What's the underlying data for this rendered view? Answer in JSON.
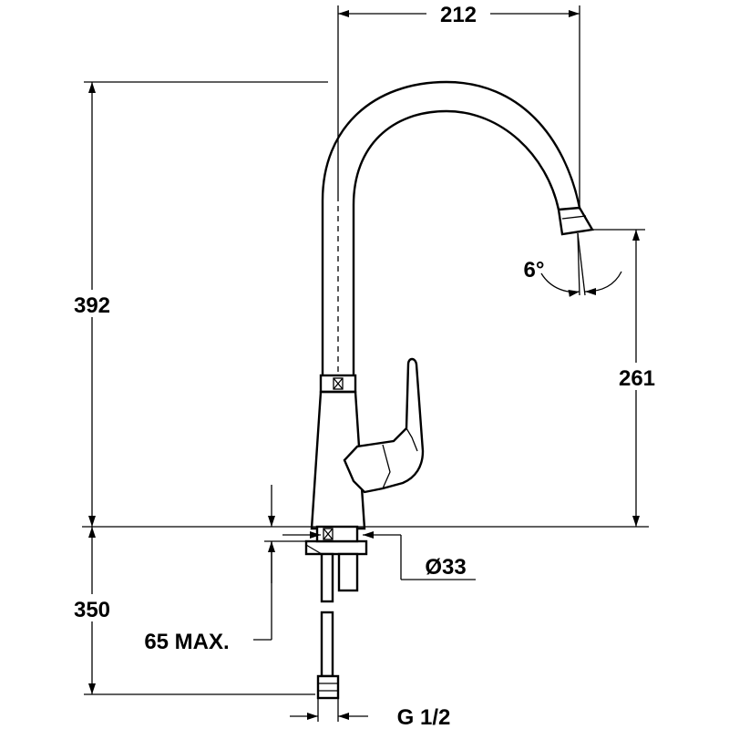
{
  "drawing": {
    "colors": {
      "line": "#000000",
      "background": "#ffffff"
    },
    "dimensions": {
      "spout_reach": "212",
      "total_height": "392",
      "spout_height": "261",
      "spout_angle": "6°",
      "pipe_length": "350",
      "max_thickness": "65 MAX.",
      "hole_diameter": "Ø33",
      "connection_thread": "G 1/2"
    }
  }
}
